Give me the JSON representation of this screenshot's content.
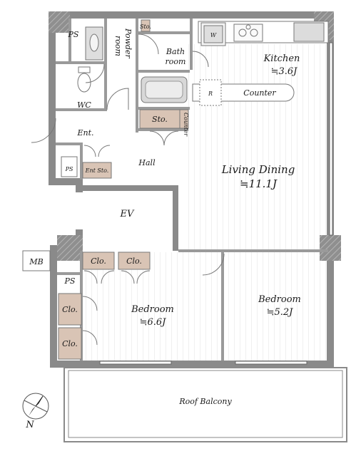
{
  "floorplan": {
    "rooms": {
      "kitchen": {
        "name": "Kitchen",
        "area": "≒3.6J"
      },
      "living_dining": {
        "name": "Living Dining",
        "area": "≒11.1J"
      },
      "bedroom_left": {
        "name": "Bedroom",
        "area": "≒6.6J"
      },
      "bedroom_right": {
        "name": "Bedroom",
        "area": "≒5.2J"
      },
      "bath": {
        "name": "Bath room",
        "line1": "Bath",
        "line2": "room"
      },
      "powder": {
        "line1": "Powder",
        "line2": "room"
      },
      "wc": "WC",
      "entrance": "Ent.",
      "hall": "Hall",
      "ev": "EV",
      "roof_balcony": "Roof Balcony",
      "mb": "MB",
      "ps_top": "PS",
      "ps_lower": "PS",
      "ps_bedroom": "PS",
      "storage": "Sto.",
      "storage_small": "Sto.",
      "ent_storage": "Ent Sto.",
      "counter": "Counter",
      "counter_small": "Counter",
      "washer": "W",
      "fridge": "R",
      "closet": "Clo."
    },
    "compass": "N",
    "colors": {
      "wall": "#8a8a8a",
      "storage_fill": "#d9c4b5",
      "floor_line": "#d8d8d8"
    }
  }
}
